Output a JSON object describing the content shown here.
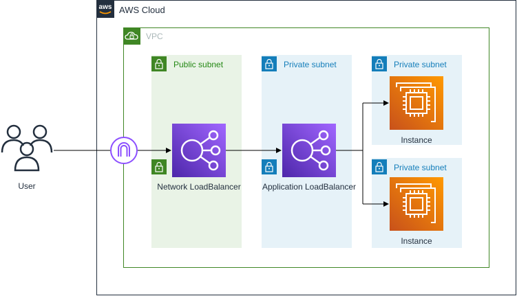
{
  "aws_cloud": {
    "label": "AWS Cloud"
  },
  "vpc": {
    "label": "VPC"
  },
  "subnets": {
    "public": {
      "label": "Public subnet"
    },
    "private_alb": {
      "label": "Private subnet"
    },
    "private_instance_top": {
      "label": "Private subnet"
    },
    "private_instance_bottom": {
      "label": "Private subnet"
    }
  },
  "user": {
    "label": "User"
  },
  "nlb": {
    "label": "Network LoadBalancer"
  },
  "alb": {
    "label": "Application LoadBalancer"
  },
  "instances": [
    {
      "label": "Instance"
    },
    {
      "label": "Instance"
    }
  ],
  "colors": {
    "cloud_border": "#232f3e",
    "vpc_green": "#3f8624",
    "public_fill": "#e9f3e6",
    "private_fill": "#e6f2f8",
    "private_blue": "#147eba",
    "lb_purple": "#8c4fff",
    "ec2_orange": "#ed7100"
  },
  "icons": {
    "cloud": "aws-logo-icon",
    "vpc": "vpc-cloud-lock-icon",
    "subnet": "padlock-icon",
    "user": "users-icon",
    "gateway": "internet-gateway-icon",
    "load_balancer": "elastic-load-balancing-icon",
    "instance": "ec2-chip-icon"
  }
}
